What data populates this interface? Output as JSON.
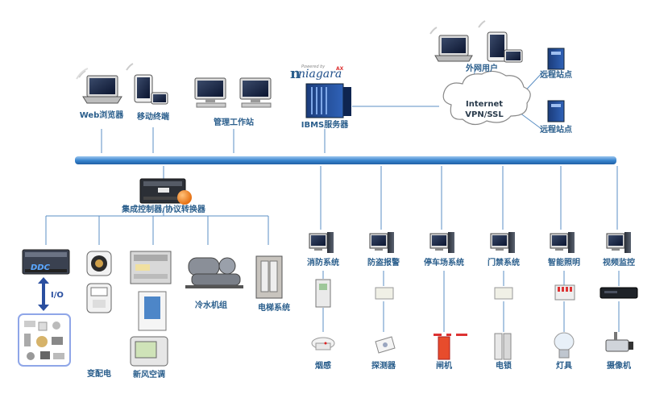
{
  "top": {
    "web": "Web浏览器",
    "mobile": "移动终端",
    "mgmt": "管理工作站",
    "ibms": "IBMS服务器",
    "niagara_small": "Powered by",
    "niagara": "niagara",
    "niagara_ax": "AX",
    "external_users": "外网用户",
    "internet_line1": "Internet",
    "internet_line2": "VPN/SSL",
    "remote1": "远程站点",
    "remote2": "远程站点"
  },
  "controller": {
    "label": "集成控制器/协议转换器"
  },
  "left_devices": {
    "ddc": "DDC",
    "io": "I/O",
    "substation": "变配电",
    "fresh_air": "新风空调",
    "chiller": "冷水机组",
    "elevator": "电梯系统"
  },
  "systems": [
    {
      "name": "消防系统",
      "device": "烟感"
    },
    {
      "name": "防盗报警",
      "device": "探测器"
    },
    {
      "name": "停车场系统",
      "device": "闸机"
    },
    {
      "name": "门禁系统",
      "device": "电锁"
    },
    {
      "name": "智能照明",
      "device": "灯具"
    },
    {
      "name": "视频监控",
      "device": "摄像机"
    }
  ]
}
